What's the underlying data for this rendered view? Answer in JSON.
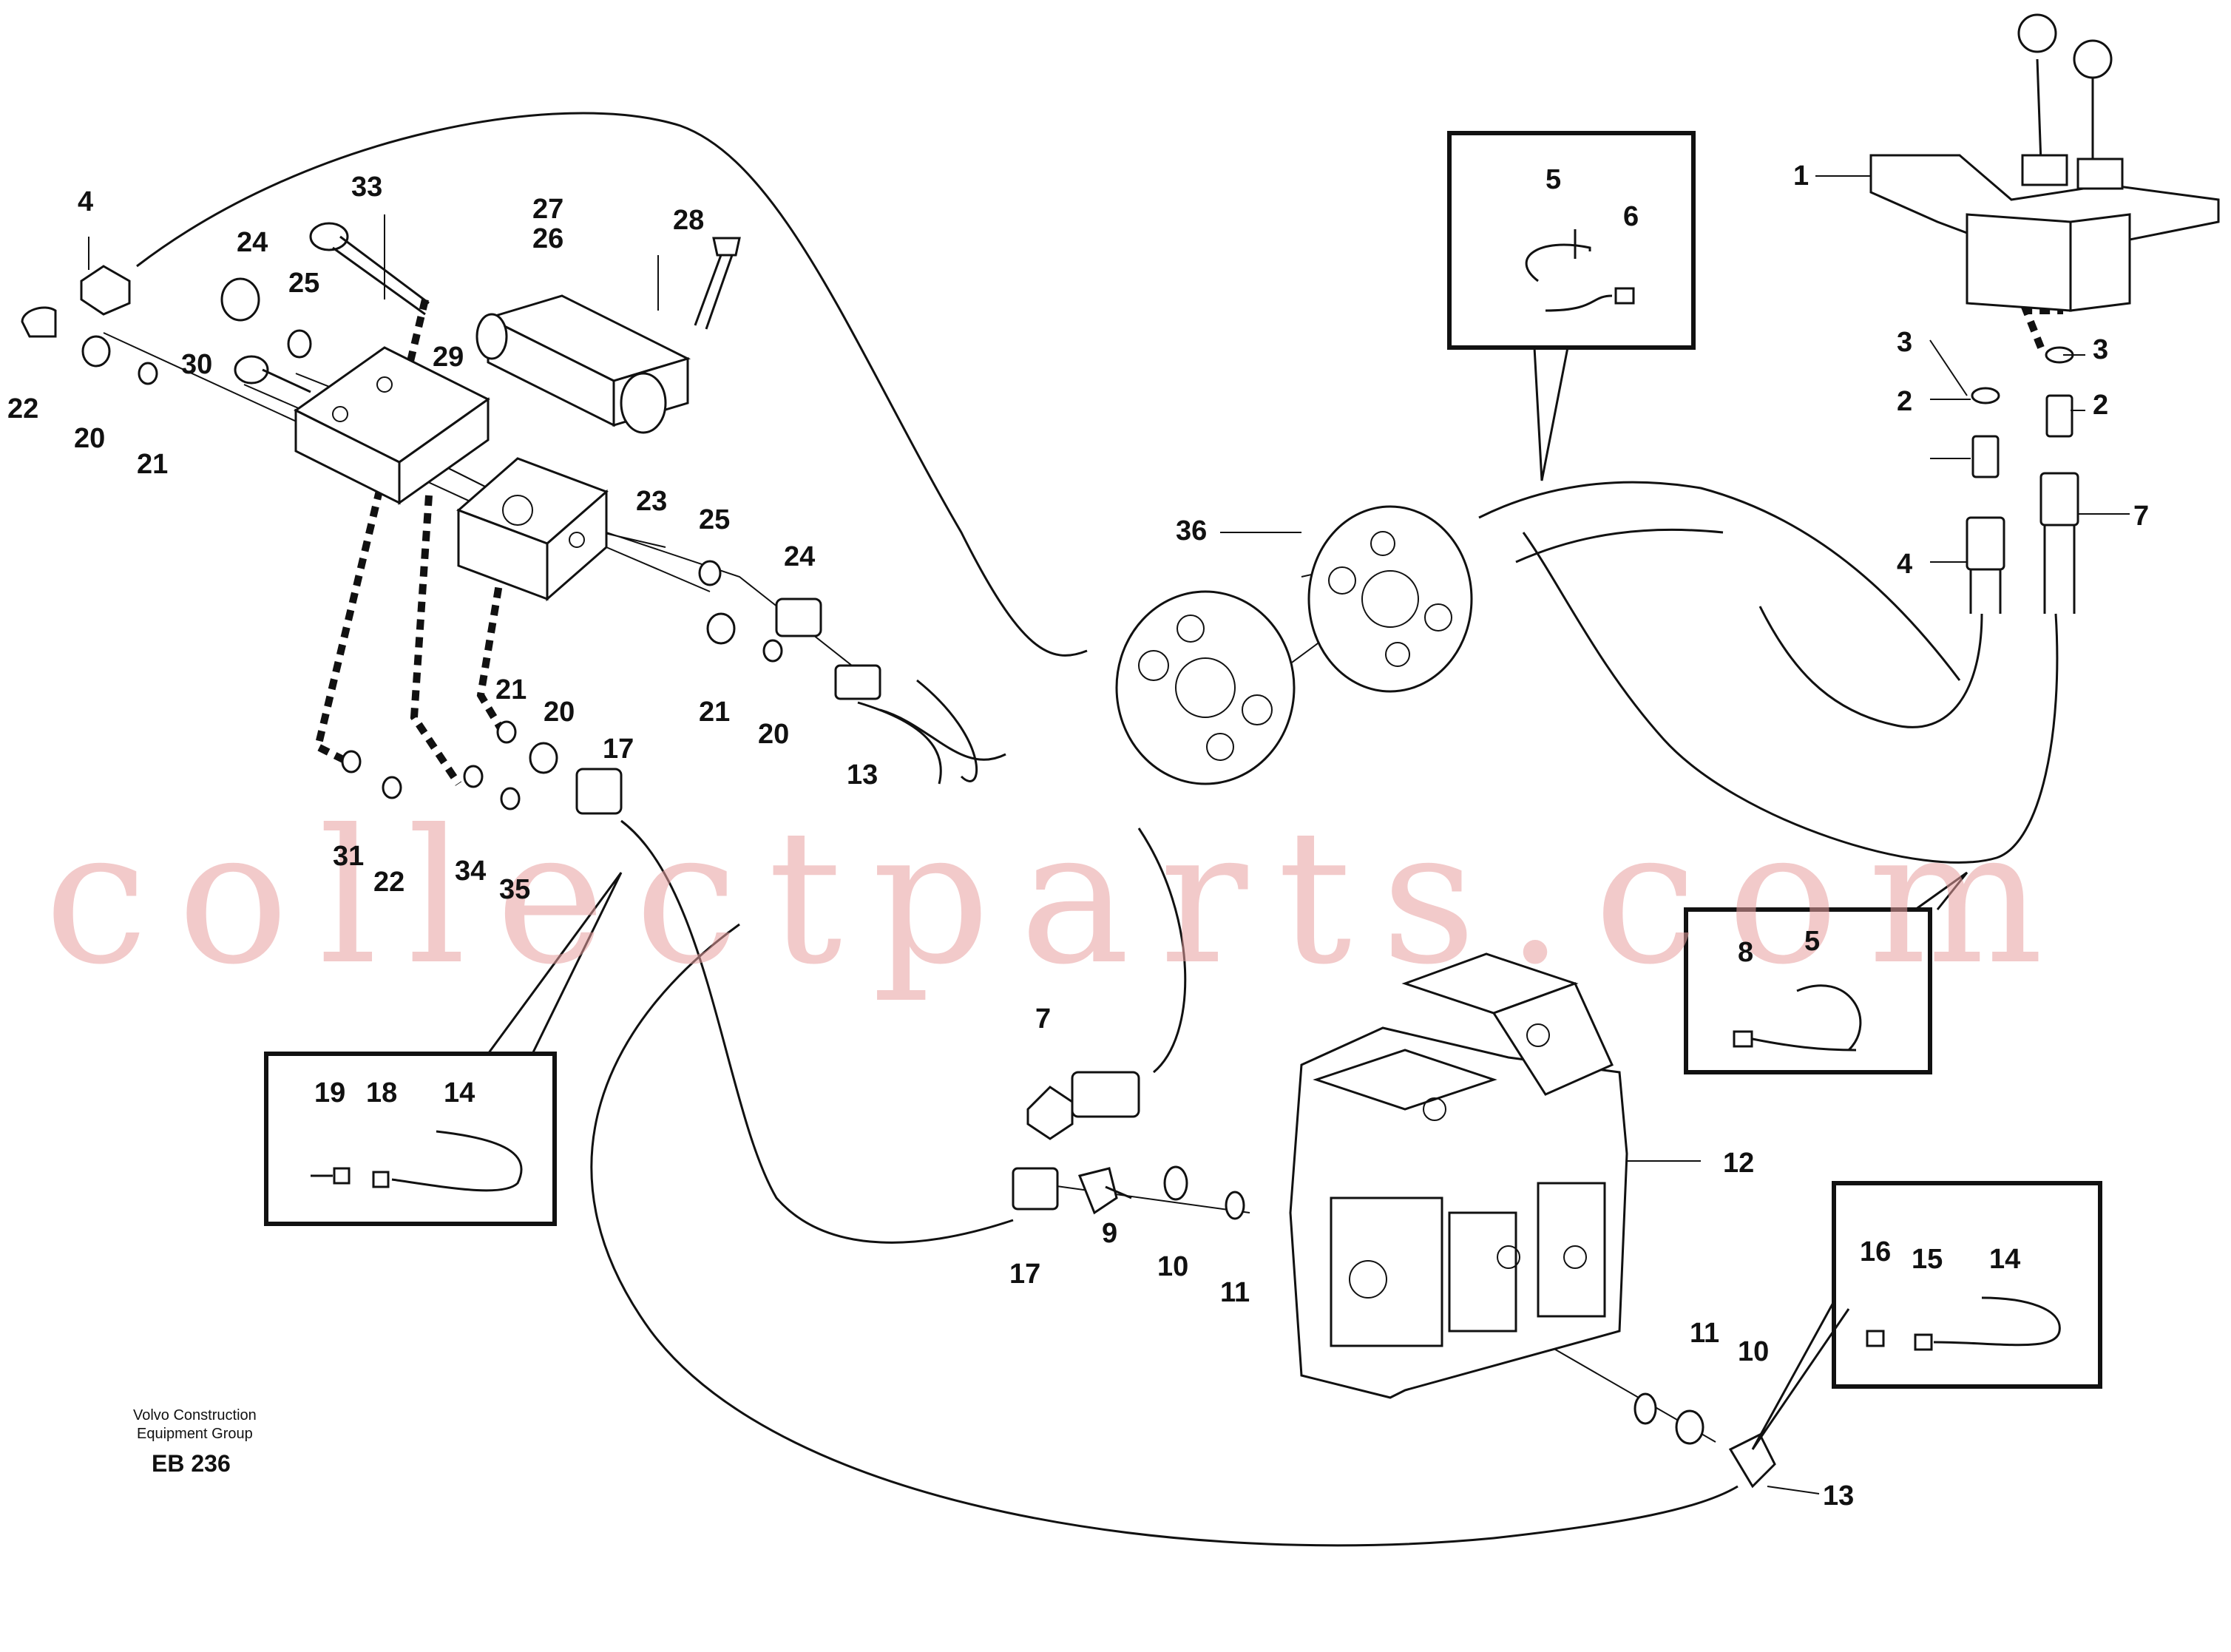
{
  "diagram": {
    "callouts": [
      {
        "id": "c1",
        "text": "1"
      },
      {
        "id": "c2a",
        "text": "2"
      },
      {
        "id": "c2b",
        "text": "2"
      },
      {
        "id": "c3a",
        "text": "3"
      },
      {
        "id": "c3b",
        "text": "3"
      },
      {
        "id": "c4a",
        "text": "4"
      },
      {
        "id": "c4b",
        "text": "4"
      },
      {
        "id": "c5a",
        "text": "5"
      },
      {
        "id": "c5b",
        "text": "5"
      },
      {
        "id": "c6",
        "text": "6"
      },
      {
        "id": "c7a",
        "text": "7"
      },
      {
        "id": "c7b",
        "text": "7"
      },
      {
        "id": "c8",
        "text": "8"
      },
      {
        "id": "c9",
        "text": "9"
      },
      {
        "id": "c10a",
        "text": "10"
      },
      {
        "id": "c10b",
        "text": "10"
      },
      {
        "id": "c11a",
        "text": "11"
      },
      {
        "id": "c11b",
        "text": "11"
      },
      {
        "id": "c12",
        "text": "12"
      },
      {
        "id": "c13a",
        "text": "13"
      },
      {
        "id": "c13b",
        "text": "13"
      },
      {
        "id": "c14a",
        "text": "14"
      },
      {
        "id": "c14b",
        "text": "14"
      },
      {
        "id": "c16",
        "text": "16"
      },
      {
        "id": "c15",
        "text": "15"
      },
      {
        "id": "c17a",
        "text": "17"
      },
      {
        "id": "c17b",
        "text": "17"
      },
      {
        "id": "c18",
        "text": "18"
      },
      {
        "id": "c19",
        "text": "19"
      },
      {
        "id": "c20a",
        "text": "20"
      },
      {
        "id": "c20b",
        "text": "20"
      },
      {
        "id": "c20c",
        "text": "20"
      },
      {
        "id": "c21a",
        "text": "21"
      },
      {
        "id": "c21b",
        "text": "21"
      },
      {
        "id": "c21c",
        "text": "21"
      },
      {
        "id": "c22a",
        "text": "22"
      },
      {
        "id": "c22b",
        "text": "22"
      },
      {
        "id": "c23",
        "text": "23"
      },
      {
        "id": "c24a",
        "text": "24"
      },
      {
        "id": "c24b",
        "text": "24"
      },
      {
        "id": "c25a",
        "text": "25"
      },
      {
        "id": "c25b",
        "text": "25"
      },
      {
        "id": "c26",
        "text": "26"
      },
      {
        "id": "c27",
        "text": "27"
      },
      {
        "id": "c28",
        "text": "28"
      },
      {
        "id": "c29",
        "text": "29"
      },
      {
        "id": "c30",
        "text": "30"
      },
      {
        "id": "c31",
        "text": "31"
      },
      {
        "id": "c33",
        "text": "33"
      },
      {
        "id": "c34",
        "text": "34"
      },
      {
        "id": "c35",
        "text": "35"
      },
      {
        "id": "c36",
        "text": "36"
      }
    ],
    "footer": {
      "line1": "Volvo Construction",
      "line2": "Equipment Group",
      "code": "EB 236"
    },
    "watermark": "collectparts.com"
  }
}
